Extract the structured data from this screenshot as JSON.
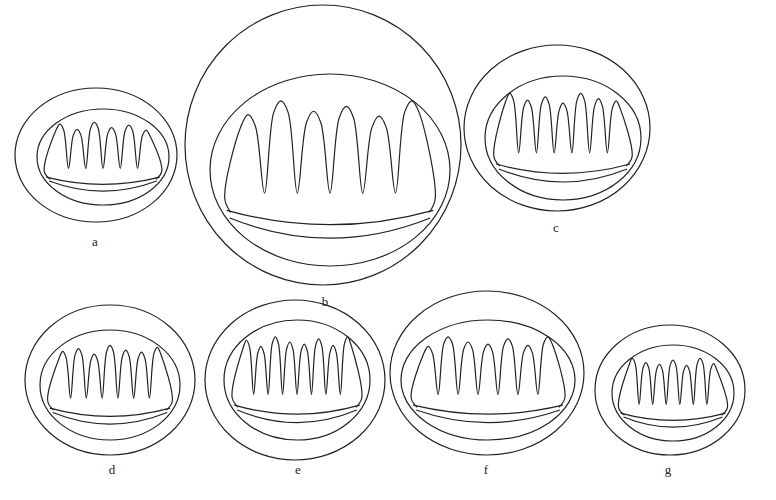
{
  "diagram": {
    "labels": [
      "a",
      "b",
      "c",
      "d",
      "e",
      "f",
      "g"
    ]
  }
}
